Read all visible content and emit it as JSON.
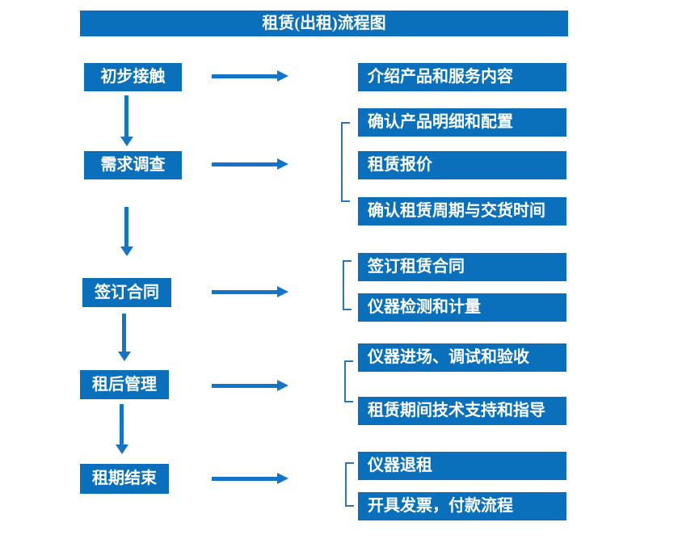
{
  "title": "租赁(出租)流程图",
  "colors": {
    "box_blue": "#0b70bc",
    "arrow_blue": "#1474c8",
    "bracket_blue": "#2e75b6",
    "text_white": "#ffffff",
    "background": "#ffffff"
  },
  "steps": [
    {
      "label": "初步接触",
      "details": [
        "介绍产品和服务内容"
      ]
    },
    {
      "label": "需求调查",
      "details": [
        "确认产品明细和配置",
        "租赁报价",
        "确认租赁周期与交货时间"
      ]
    },
    {
      "label": "签订合同",
      "details": [
        "签订租赁合同",
        "仪器检测和计量"
      ]
    },
    {
      "label": "租后管理",
      "details": [
        "仪器进场、调试和验收",
        "租赁期间技术支持和指导"
      ]
    },
    {
      "label": "租期结束",
      "details": [
        "仪器退租",
        "开具发票，付款流程"
      ]
    }
  ]
}
